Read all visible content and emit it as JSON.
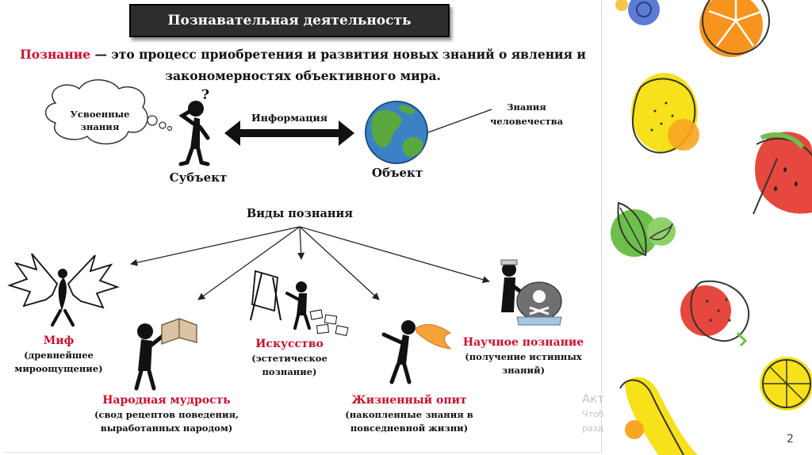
{
  "title": "Познавательная деятельность",
  "definition": {
    "term": "Познание",
    "text": " — это процесс приобретения и развития новых знаний о явления и закономерностях объективного мира."
  },
  "cloud_label": "Усвоенные знания",
  "subject_label": "Субъект",
  "object_label": "Объект",
  "arrow_label": "Информация",
  "callout_label": "Знания человечества",
  "question_mark": "?",
  "kinds_title": "Виды познания",
  "kinds": {
    "myth": {
      "name": "Миф",
      "desc": "(древнейшее мироощущение)"
    },
    "folk": {
      "name": "Народная мудрость",
      "desc": "(свод рецептов поведения, выработанных народом)"
    },
    "art": {
      "name": "Искусство",
      "desc": "(эстетическое познание)"
    },
    "life": {
      "name": "Жизненный опит",
      "desc": "(накопленные знания в повседневной жизни)"
    },
    "science": {
      "name": "Научное познание",
      "desc": "(получение истинных знаний)"
    }
  },
  "watermark": {
    "line1": "Акт",
    "line2": "Чтоб",
    "line3": "разд"
  },
  "page_number": "2",
  "colors": {
    "accent_red": "#c8102e",
    "title_bg": "#2d2d2d"
  }
}
